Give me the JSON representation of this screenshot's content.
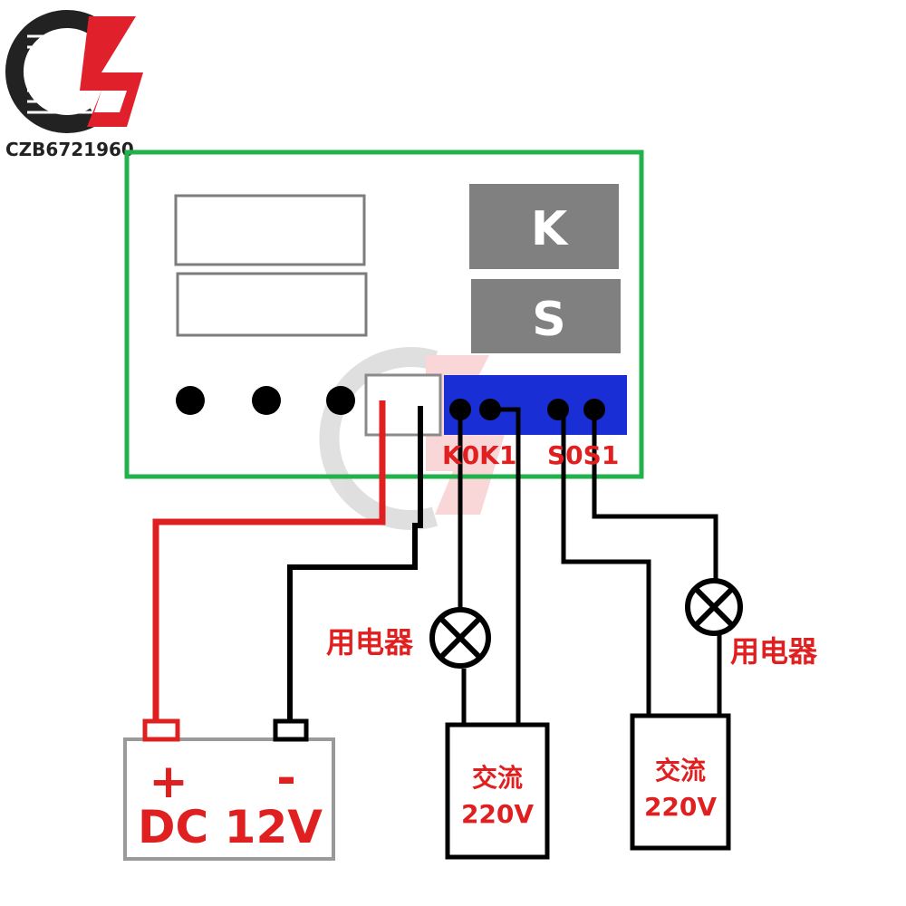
{
  "brand": {
    "logo_text": "CZB6721960",
    "colors": {
      "logo_dark": "#222222",
      "logo_red": "#e0202a"
    }
  },
  "board": {
    "buttons": {
      "k_label": "K",
      "s_label": "S"
    },
    "terminals": {
      "k0k1_label": "K0K1",
      "s0s1_label": "S0S1"
    },
    "colors": {
      "outline": "#22b24c",
      "button": "#808080",
      "terminal_block": "#1a2ed6"
    }
  },
  "loads": [
    {
      "label": "用电器"
    },
    {
      "label": "用电器"
    }
  ],
  "ac_sources": [
    {
      "line1": "交流",
      "line2": "220V"
    },
    {
      "line1": "交流",
      "line2": "220V"
    }
  ],
  "battery": {
    "plus": "+",
    "minus": "-",
    "label": "DC 12V"
  },
  "colors": {
    "wire_positive": "#e02020",
    "wire": "#000000",
    "text_red": "#e02020"
  }
}
